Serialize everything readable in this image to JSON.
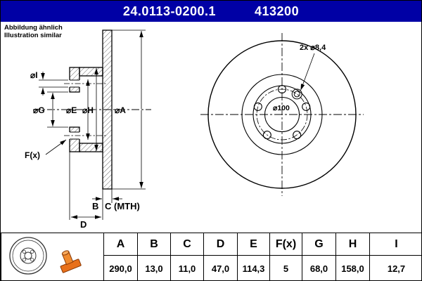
{
  "header": {
    "part_number": "24.0113-0200.1",
    "type_number": "413200"
  },
  "note": {
    "line1": "Abbildung ähnlich",
    "line2": "Illustration similar"
  },
  "drawing": {
    "section_labels": {
      "dia_i": "⌀I",
      "dia_g": "⌀G",
      "dia_e": "⌀E",
      "dia_h": "⌀H",
      "dia_a": "⌀A",
      "f": "F(x)",
      "b": "B",
      "c": "C (MTH)",
      "d": "D"
    },
    "front_labels": {
      "screw_holes": "2x ⌀8,4",
      "bolt_circle": "⌀100"
    }
  },
  "table": {
    "columns": [
      "A",
      "B",
      "C",
      "D",
      "E",
      "F(x)",
      "G",
      "H",
      "I"
    ],
    "values": [
      "290,0",
      "13,0",
      "11,0",
      "47,0",
      "114,3",
      "5",
      "68,0",
      "158,0",
      "12,7"
    ]
  },
  "colors": {
    "header_bg": "#0000A5",
    "line": "#000000",
    "stamp_orange": "#E8701A"
  }
}
